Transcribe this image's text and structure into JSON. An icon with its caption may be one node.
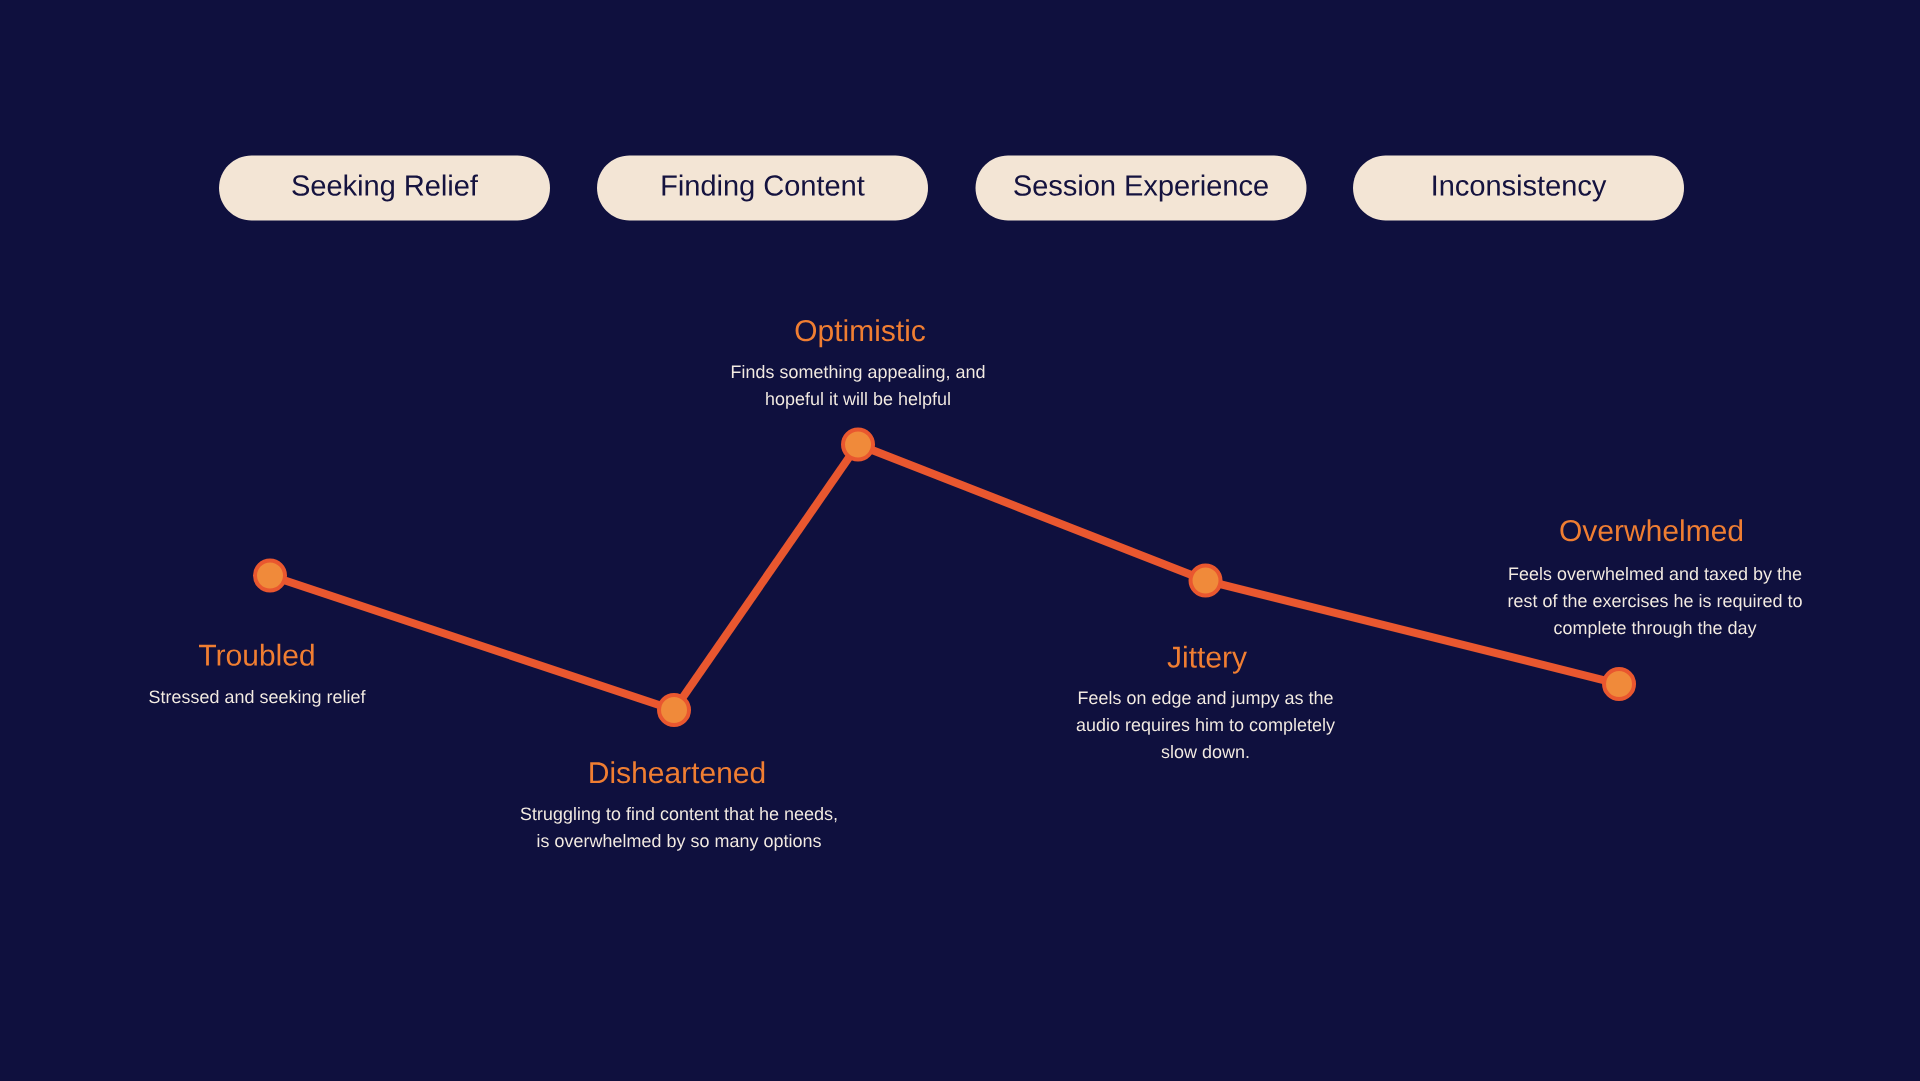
{
  "diagram": {
    "nodes": [
      {
        "text": [
          "Seeking Relief"
        ]
      },
      {
        "text": [
          "Finding Content"
        ]
      },
      {
        "text": [
          "Session Experience"
        ]
      },
      {
        "text": [
          "Inconsistency"
        ]
      },
      {
        "text": [],
        "shape": "circle",
        "beside": [
          "Troubled",
          "Stressed and seeking relief"
        ]
      },
      {
        "text": [],
        "shape": "circle",
        "beside": [
          "Disheartened",
          "Struggling to find content that he needs, is overwhelmed by so many options"
        ]
      },
      {
        "text": [],
        "shape": "circle",
        "beside": [
          "Optimistic",
          "Finds something appealing, and hopeful it will be helpful"
        ]
      },
      {
        "text": [],
        "shape": "circle",
        "beside": [
          "Jittery",
          "Feels on edge and jumpy as the audio requires him to completely slow down."
        ]
      },
      {
        "text": [],
        "shape": "circle",
        "beside": [
          "Overwhelmed",
          "Feels overwhelmed and taxed by the rest of the exercises he is required to complete through the day"
        ]
      }
    ],
    "edges": [
      {
        "from": 4,
        "to": 5,
        "arrow": "none"
      },
      {
        "from": 5,
        "to": 6,
        "arrow": "none"
      },
      {
        "from": 6,
        "to": 7,
        "arrow": "none"
      },
      {
        "from": 7,
        "to": 8,
        "arrow": "none"
      }
    ]
  }
}
